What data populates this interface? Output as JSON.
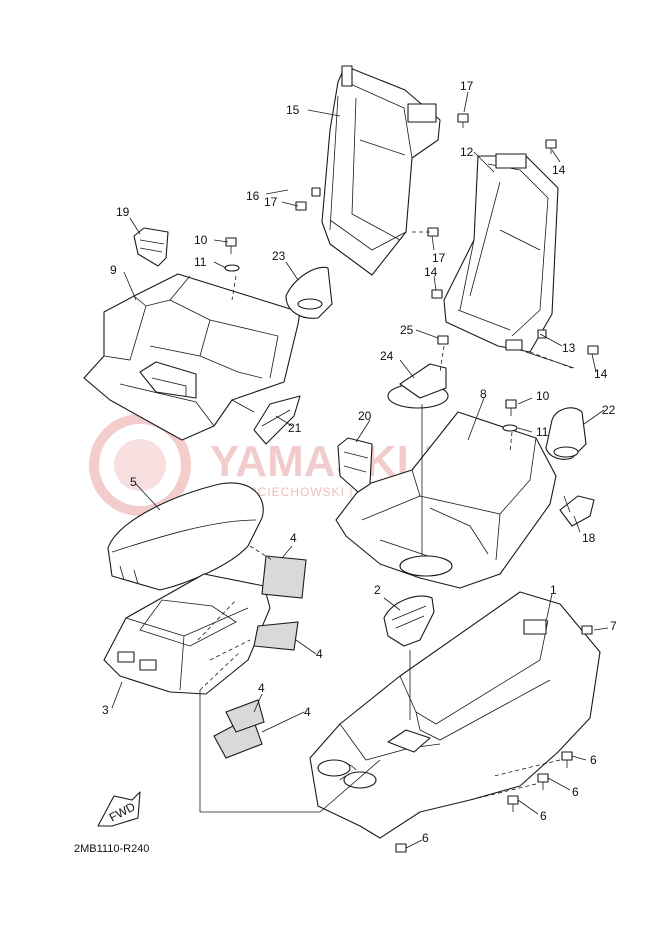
{
  "diagram": {
    "callouts": {
      "p1": "1",
      "p2": "2",
      "p3": "3",
      "p4a": "4",
      "p4b": "4",
      "p4c": "4",
      "p4d": "4",
      "p5": "5",
      "p6a": "6",
      "p6b": "6",
      "p6c": "6",
      "p6d": "6",
      "p7": "7",
      "p8": "8",
      "p9": "9",
      "p10a": "10",
      "p10b": "10",
      "p11a": "11",
      "p11b": "11",
      "p12": "12",
      "p13": "13",
      "p14a": "14",
      "p14b": "14",
      "p14c": "14",
      "p15": "15",
      "p16": "16",
      "p17a": "17",
      "p17b": "17",
      "p17c": "17",
      "p18": "18",
      "p19": "19",
      "p20": "20",
      "p21": "21",
      "p22": "22",
      "p23": "23",
      "p24": "24",
      "p25": "25"
    },
    "fwd_label": "FWD",
    "drawing_code": "2MB1110-R240"
  },
  "watermark": {
    "title": "YAMASKLEP.PL",
    "subtitle": "WOJCIECHOWSKI | DEALER YAMAHA"
  },
  "colors": {
    "line": "#1a1a1a",
    "watermark": "#e9a3a3",
    "background": "#ffffff"
  }
}
